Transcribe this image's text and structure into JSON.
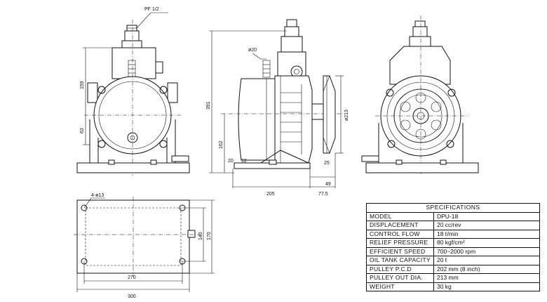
{
  "labels": {
    "pipe_thread": "PF 1/2",
    "shaft_dia": "ø20",
    "pulley_dia": "ø213",
    "bolt_holes": "4-ø13"
  },
  "dimensions": {
    "front_159": "159",
    "front_63": "63",
    "side_391": "391",
    "side_162": "162",
    "side_20": "20",
    "side_12": "12",
    "side_25": "25",
    "side_49": "49",
    "side_205": "205",
    "side_77_5": "77.5",
    "base_270": "270",
    "base_300": "300",
    "base_140": "140",
    "base_170": "170"
  },
  "specifications": {
    "title": "SPECIFICATIONS",
    "rows": [
      {
        "label": "MODEL",
        "value": "DPU-18"
      },
      {
        "label": "DISPLACEMENT",
        "value": "20 cc/rev"
      },
      {
        "label": "CONTROL FLOW",
        "value": "18 ℓ/min"
      },
      {
        "label": "RELIEF PRESSURE",
        "value": "80 kgf/cm²"
      },
      {
        "label": "EFFICIENT SPEED",
        "value": "700~2000 rpm"
      },
      {
        "label": "OIL TANK CAPACITY",
        "value": "20 ℓ"
      },
      {
        "label": "PULLEY P.C.D",
        "value": "202 mm (8 inch)"
      },
      {
        "label": "PULLEY OUT DIA.",
        "value": "213 mm"
      },
      {
        "label": "WEIGHT",
        "value": "30 kg"
      }
    ]
  }
}
